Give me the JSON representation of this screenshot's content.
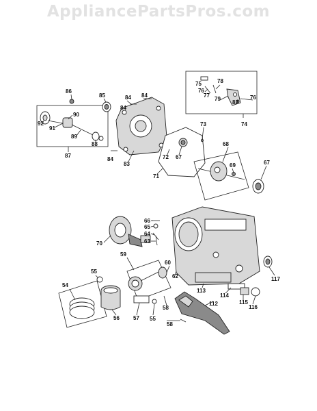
{
  "watermark": "AppliancePartsPros.com",
  "labels": {
    "l86": "86",
    "l85": "85",
    "l84a": "84",
    "l84b": "84",
    "l84c": "84",
    "l84d": "84",
    "l90": "90",
    "l92": "92",
    "l91": "91",
    "l89": "89",
    "l88": "88",
    "l87": "87",
    "l83": "83",
    "l73": "73",
    "l72": "72",
    "l71": "71",
    "l67a": "67",
    "l67b": "67",
    "l68": "68",
    "l69": "69",
    "l75": "75",
    "l76a": "76",
    "l76b": "76",
    "l77": "77",
    "l78": "78",
    "l79": "79",
    "l82": "82",
    "l74": "74",
    "l66": "66",
    "l65": "65",
    "l64": "64",
    "l63": "63",
    "l70": "70",
    "l59": "59",
    "l55a": "55",
    "l55b": "55",
    "l54": "54",
    "l56": "56",
    "l57": "57",
    "l58a": "58",
    "l58b": "58",
    "l60": "60",
    "l62": "62",
    "l113": "113",
    "l112": "112",
    "l114": "114",
    "l115": "115",
    "l116": "116",
    "l117": "117"
  }
}
